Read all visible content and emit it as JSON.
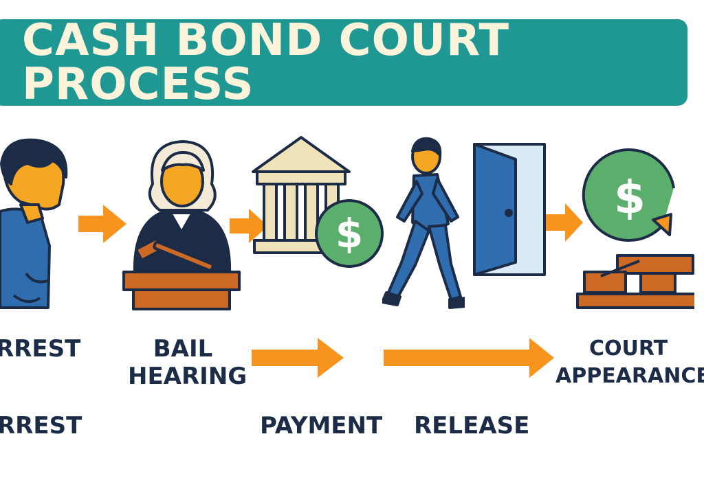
{
  "title": "CASH BOND COURT PROCESS",
  "colors": {
    "teal": "#1f9894",
    "cream": "#fbf3da",
    "navy": "#1c2b46",
    "orange": "#f7941d",
    "rust": "#cc6a25",
    "blue": "#2f6daf",
    "green": "#5cae6d",
    "tan": "#efe1b8",
    "skin": "#f5a623",
    "text": "#1c2b46"
  },
  "labels": {
    "top": {
      "arrest": "RREST",
      "bail_line1": "BAIL",
      "bail_line2": "HEARING",
      "court_line1": "COURT",
      "court_line2": "APPEARANCE"
    },
    "bottom": {
      "arrest": "RREST",
      "payment": "PAYMENT",
      "release": "RELEASE"
    }
  },
  "icons": [
    "arrested-person-icon",
    "judge-icon",
    "bank-payment-icon",
    "walking-person-icon",
    "open-door-icon",
    "court-payment-icon"
  ]
}
